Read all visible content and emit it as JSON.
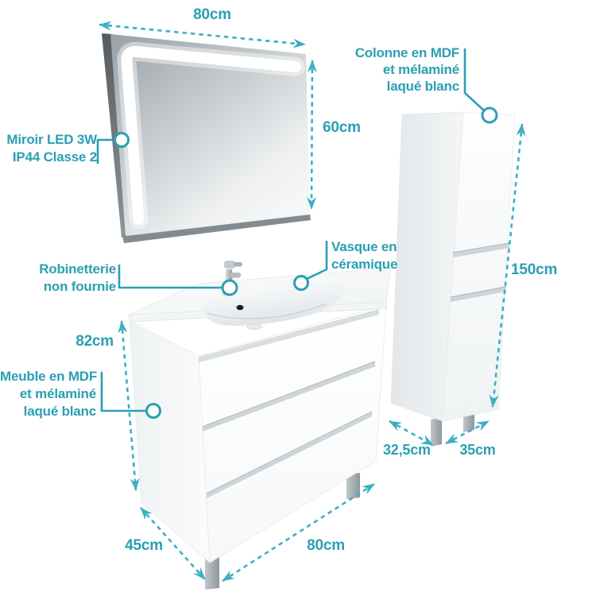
{
  "title": "Bathroom vanity set dimensions diagram",
  "colors": {
    "accent_text": "#2a9fb3",
    "accent_arrow": "#3cb0c3",
    "furniture_white": "#ffffff",
    "furniture_shade": "#eef1f2",
    "mirror_glass_dark": "#99a0a6",
    "mirror_glass_light": "#f4f6f7",
    "mirror_edge": "#565b5f",
    "metal_gray": "#a9b1b6"
  },
  "annotations": {
    "mirror_width": "80cm",
    "mirror_height": "60cm",
    "mirror_spec": [
      "Miroir LED 3W",
      "IP44 Classe 2"
    ],
    "column_material": [
      "Colonne en MDF",
      "et mélaminé",
      "laqué blanc"
    ],
    "column_height": "150cm",
    "column_depth": "32,5cm",
    "column_width": "35cm",
    "faucet_note": [
      "Robinetterie",
      "non fournie"
    ],
    "basin_material": [
      "Vasque en",
      "céramique"
    ],
    "cabinet_height": "82cm",
    "cabinet_material": [
      "Meuble en MDF",
      "et mélaminé",
      "laqué blanc"
    ],
    "cabinet_depth": "45cm",
    "cabinet_width": "80cm"
  }
}
